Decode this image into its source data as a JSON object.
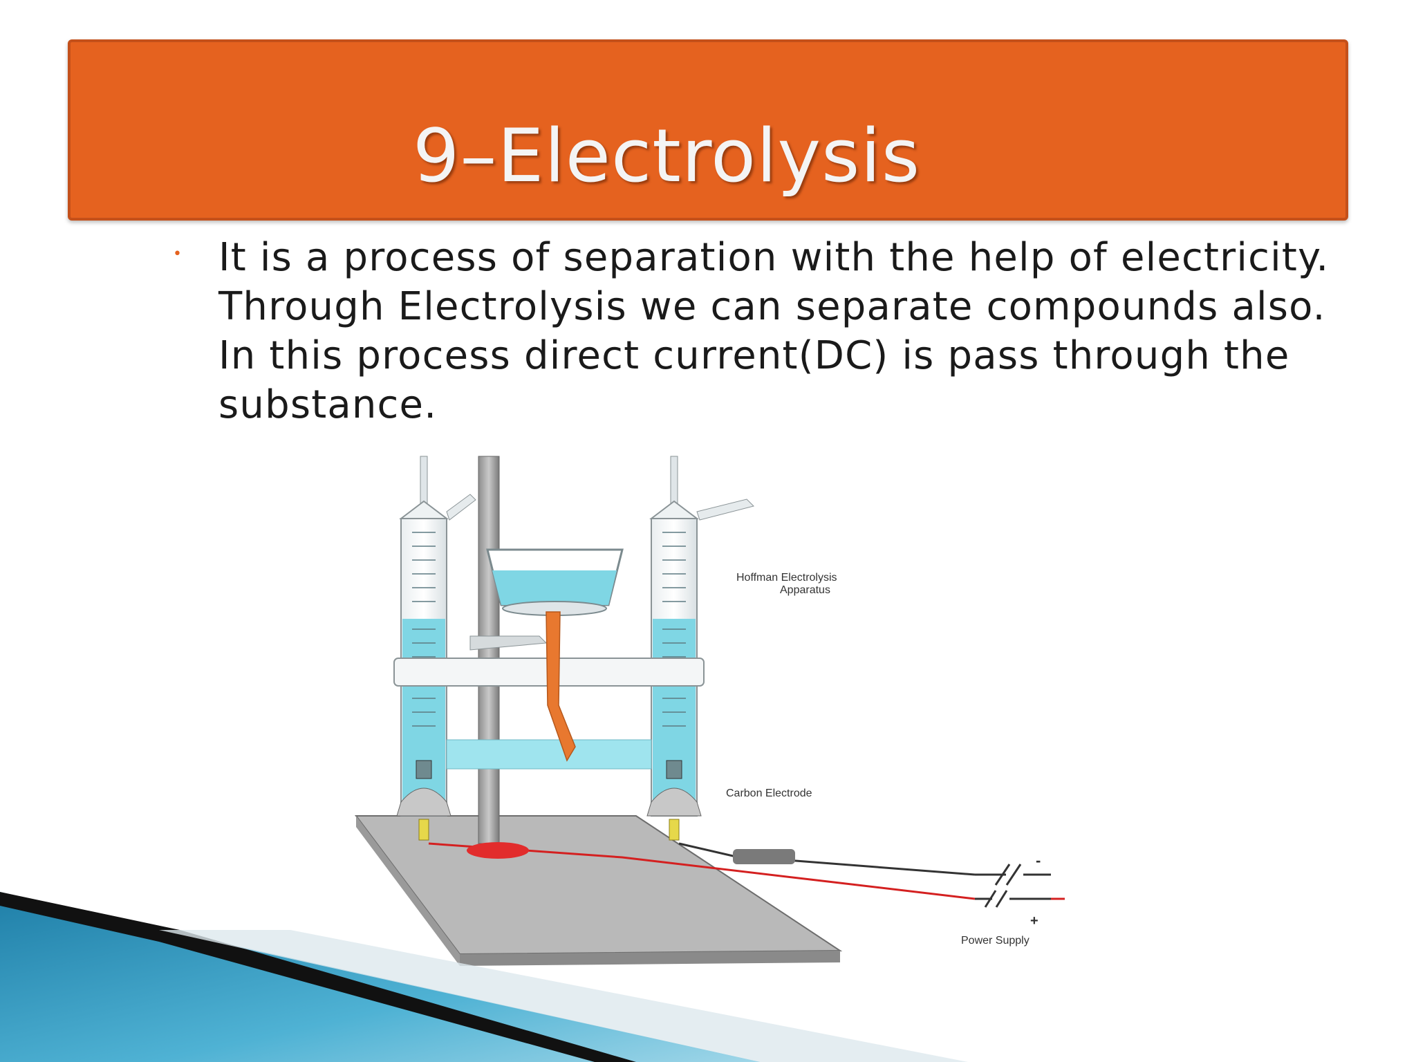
{
  "slide": {
    "title": "9–Electrolysis",
    "body": "It is a process of separation with the help of electricity. Through Electrolysis we can separate compounds also. In this process direct current(DC) is pass through the substance."
  },
  "diagram": {
    "apparatus_label_1": "Hoffman Electrolysis",
    "apparatus_label_2": "Apparatus",
    "electrode_label": "Carbon Electrode",
    "minus_sign": "-",
    "plus_sign": "+",
    "power_label": "Power Supply"
  },
  "colors": {
    "title_banner": "#e5621f",
    "water": "#7fd6e4",
    "tube_orange": "#e8782f",
    "wire_red": "#d42020",
    "corner_blue": "#2a8fb5"
  }
}
